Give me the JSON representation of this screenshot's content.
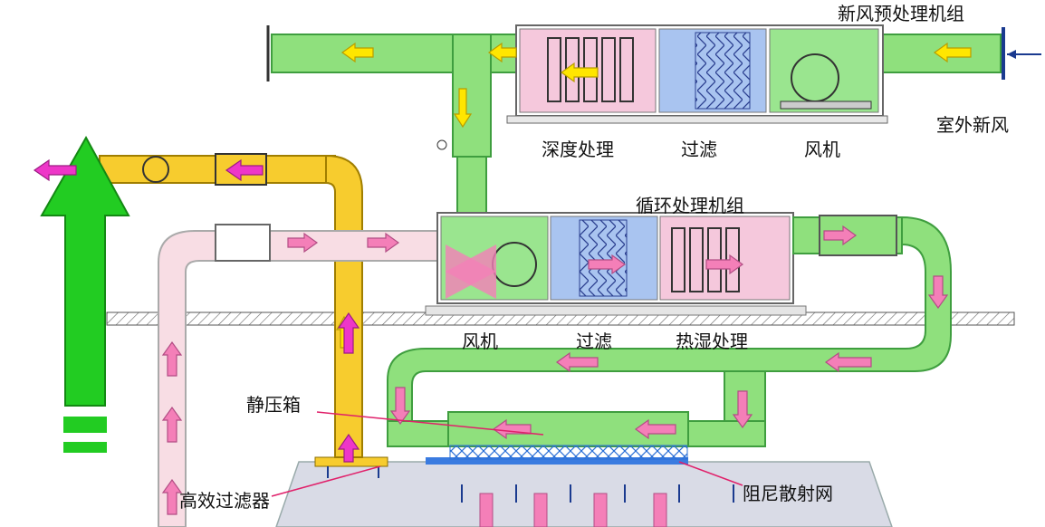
{
  "labels": {
    "fresh_unit_title": "新风预处理机组",
    "outdoor_fresh_air": "室外新风",
    "deep_treatment": "深度处理",
    "filter_top": "过滤",
    "fan_top": "风机",
    "recirc_unit_title": "循环处理机组",
    "fan_mid": "风机",
    "filter_mid": "过滤",
    "heat_humidity": "热湿处理",
    "plenum_box": "静压箱",
    "hepa_filter": "高效过滤器",
    "damping_mesh": "阻尼散射网"
  },
  "colors": {
    "duct_green": "#8FE07D",
    "duct_green_stroke": "#3F9E3F",
    "duct_pink": "#F8DDE4",
    "duct_yellow": "#F7CC2E",
    "unit_pink": "#F5C8DC",
    "unit_blue": "#A9C4F0",
    "unit_green": "#9AE58F",
    "arrow_yellow": "#FFE600",
    "arrow_pink": "#F47FB8",
    "arrow_magenta": "#EE36C8",
    "big_arrow_green": "#22CC22",
    "room_gray": "#D9DBE6"
  }
}
